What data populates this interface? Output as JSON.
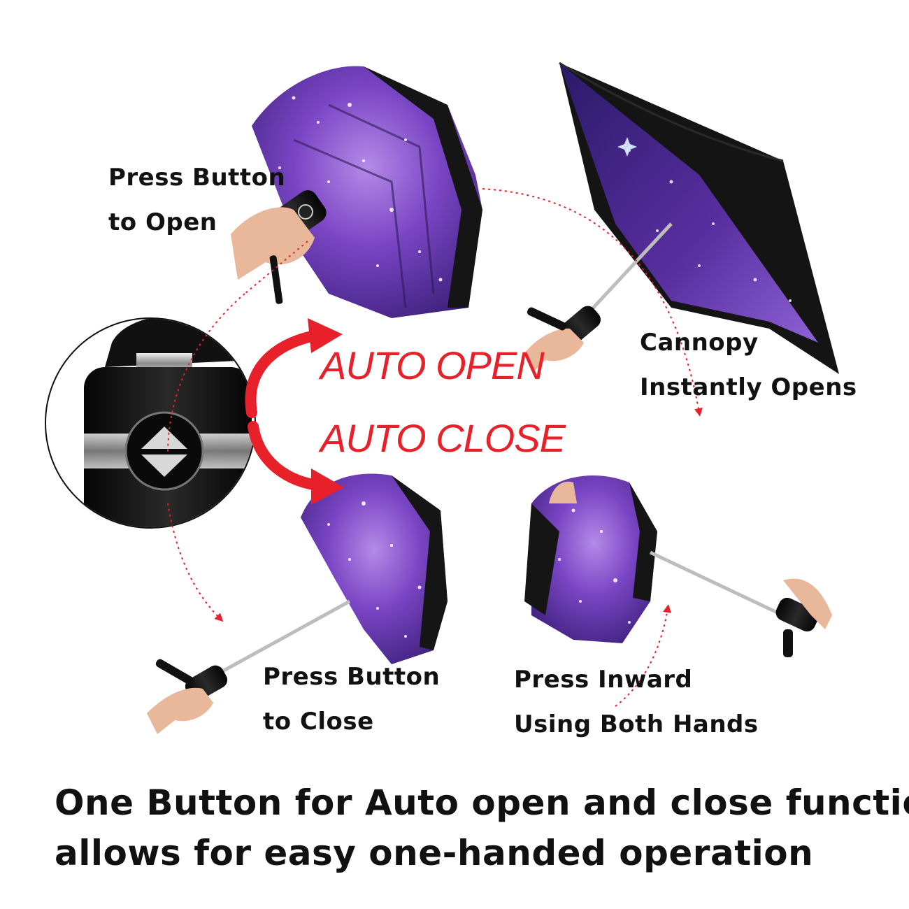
{
  "steps": {
    "press_open": [
      "Press Button",
      "to Open"
    ],
    "canopy_opens": [
      "Cannopy",
      "Instantly Opens"
    ],
    "press_close": [
      "Press Button",
      "to Close"
    ],
    "press_inward": [
      "Press Inward",
      "Using Both Hands"
    ]
  },
  "labels": {
    "auto_open": "AUTO OPEN",
    "auto_close": "AUTO CLOSE"
  },
  "headline": [
    "One Button for Auto open and close function",
    "allows for easy one-handed operation"
  ],
  "colors": {
    "accent_red": "#e8202a",
    "canopy_purple": "#6a3fb0",
    "canopy_black": "#141414",
    "text": "#111111"
  },
  "icons": [
    "open-close-button-icon",
    "curved-arrow-icon",
    "dotted-arrow-icon"
  ]
}
